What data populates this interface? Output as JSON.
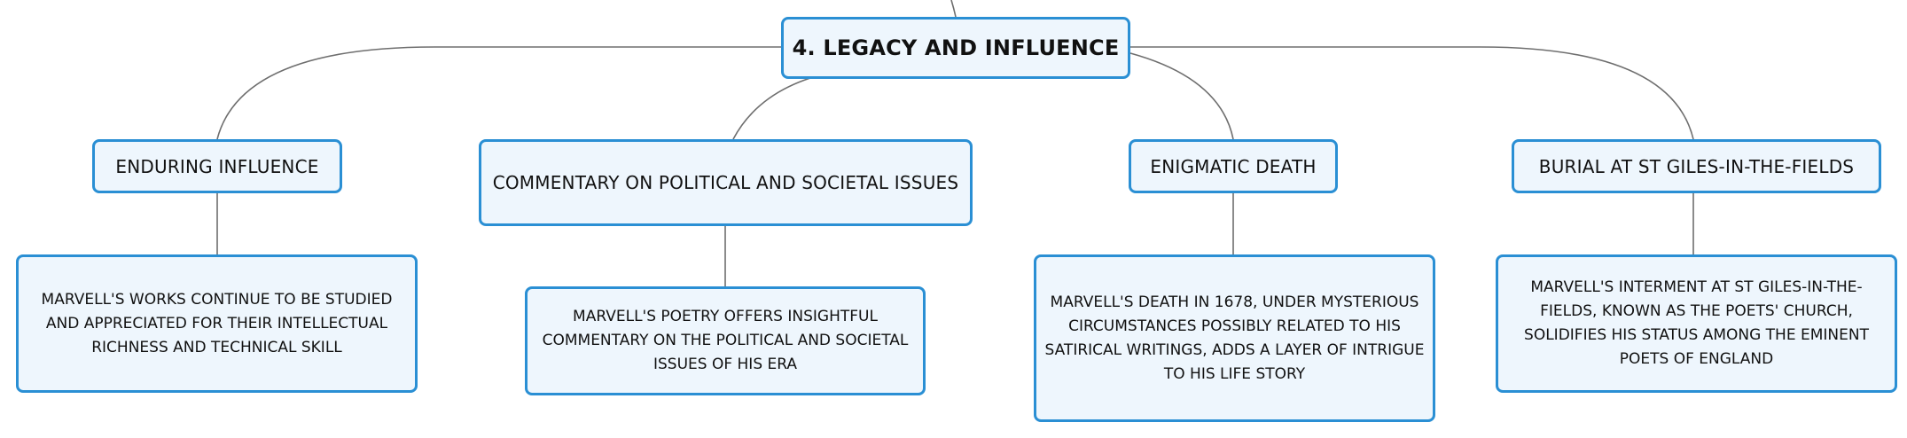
{
  "root": {
    "label": "4. LEGACY AND INFLUENCE"
  },
  "branches": [
    {
      "label": "ENDURING INFLUENCE",
      "detail": "MARVELL'S WORKS CONTINUE TO BE STUDIED AND APPRECIATED FOR THEIR INTELLECTUAL RICHNESS AND TECHNICAL SKILL"
    },
    {
      "label": "COMMENTARY ON POLITICAL AND SOCIETAL ISSUES",
      "detail": "MARVELL'S POETRY OFFERS INSIGHTFUL COMMENTARY ON THE POLITICAL AND SOCIETAL ISSUES OF HIS ERA"
    },
    {
      "label": "ENIGMATIC DEATH",
      "detail": "MARVELL'S DEATH IN 1678, UNDER MYSTERIOUS CIRCUMSTANCES POSSIBLY RELATED TO HIS SATIRICAL WRITINGS, ADDS A LAYER OF INTRIGUE TO HIS LIFE STORY"
    },
    {
      "label": "BURIAL AT ST GILES-IN-THE-FIELDS",
      "detail": "MARVELL'S INTERMENT AT ST GILES-IN-THE-FIELDS, KNOWN AS THE POETS' CHURCH, SOLIDIFIES HIS STATUS AMONG THE EMINENT POETS OF ENGLAND"
    }
  ],
  "colors": {
    "node_border": "#2a8fd4",
    "node_fill": "#eef6fd",
    "connector": "#6e6e6e",
    "text": "#111111"
  }
}
